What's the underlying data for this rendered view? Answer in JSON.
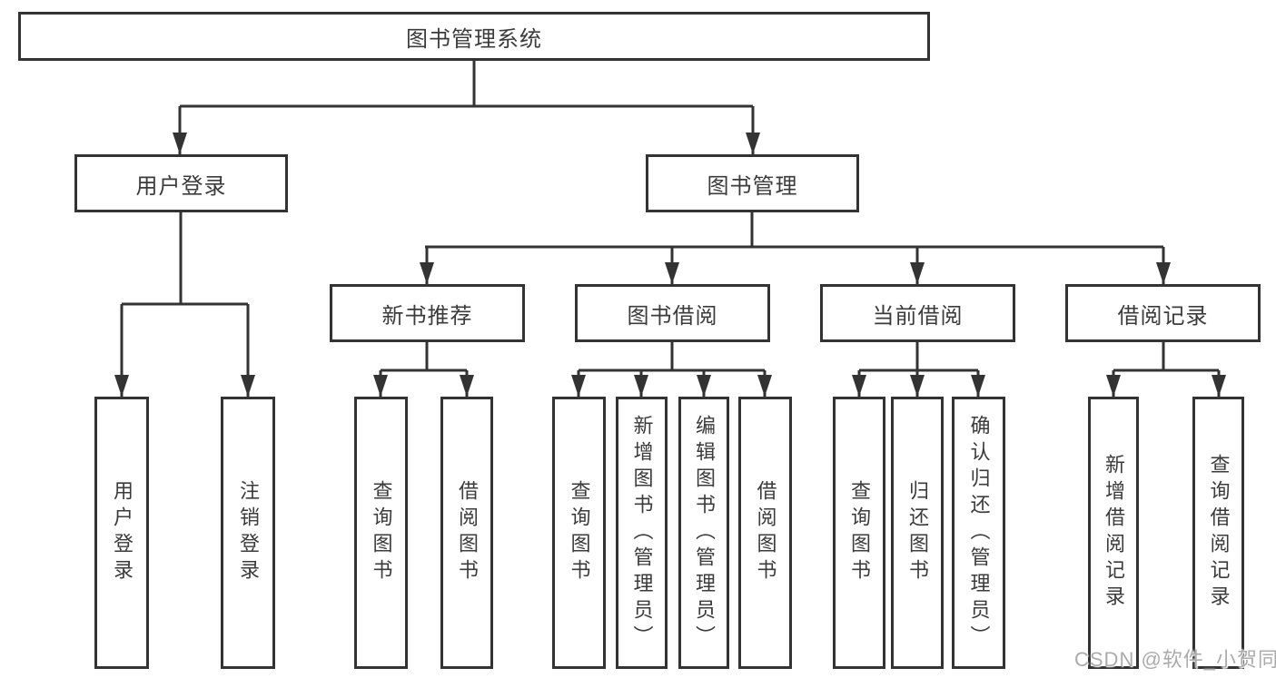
{
  "tree": {
    "label": "图书管理系统",
    "children": [
      {
        "label": "用户登录",
        "children": [
          {
            "label": "用户登录"
          },
          {
            "label": "注销登录"
          }
        ]
      },
      {
        "label": "图书管理",
        "children": [
          {
            "label": "新书推荐",
            "children": [
              {
                "label": "查询图书"
              },
              {
                "label": "借阅图书"
              }
            ]
          },
          {
            "label": "图书借阅",
            "children": [
              {
                "label": "查询图书"
              },
              {
                "label": "新增图书（管理员）"
              },
              {
                "label": "编辑图书（管理员）"
              },
              {
                "label": "借阅图书"
              }
            ]
          },
          {
            "label": "当前借阅",
            "children": [
              {
                "label": "查询图书"
              },
              {
                "label": "归还图书"
              },
              {
                "label": "确认归还（管理员）"
              }
            ]
          },
          {
            "label": "借阅记录",
            "children": [
              {
                "label": "新增借阅记录"
              },
              {
                "label": "查询借阅记录"
              }
            ]
          }
        ]
      }
    ]
  },
  "watermark": {
    "text": "CSDN @软件_小贺同学"
  },
  "colors": {
    "line": "#333333",
    "box_border": "#333333",
    "text": "#3b3b3b",
    "watermark": "#ababab",
    "background": "#ffffff"
  }
}
